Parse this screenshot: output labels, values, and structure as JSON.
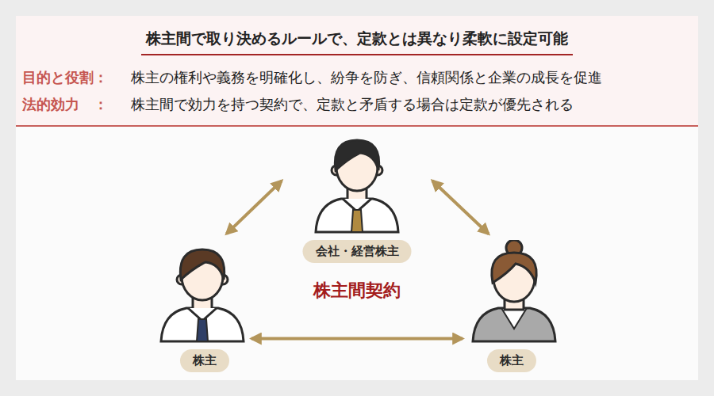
{
  "diagram": {
    "title": "株主間で取り決めるルールで、定款とは異なり柔軟に設定可能",
    "nodes": [
      {
        "text": [
          "会社・経営株主"
        ]
      },
      {
        "text": [
          "株主"
        ]
      },
      {
        "text": [
          "株主"
        ]
      }
    ],
    "edges": [
      {
        "from": 0,
        "to": 1,
        "arrow": "both"
      },
      {
        "from": 0,
        "to": 2,
        "arrow": "both"
      },
      {
        "from": 1,
        "to": 2,
        "arrow": "both"
      }
    ],
    "labels": [
      "目的と役割：",
      "株主の権利や義務を明確化し、紛争を防ぎ、信頼関係と企業の成長を促進",
      "法的効力　：",
      "株主間で効力を持つ契約で、定款と矛盾する場合は定款が優先される",
      "株主間契約"
    ]
  }
}
